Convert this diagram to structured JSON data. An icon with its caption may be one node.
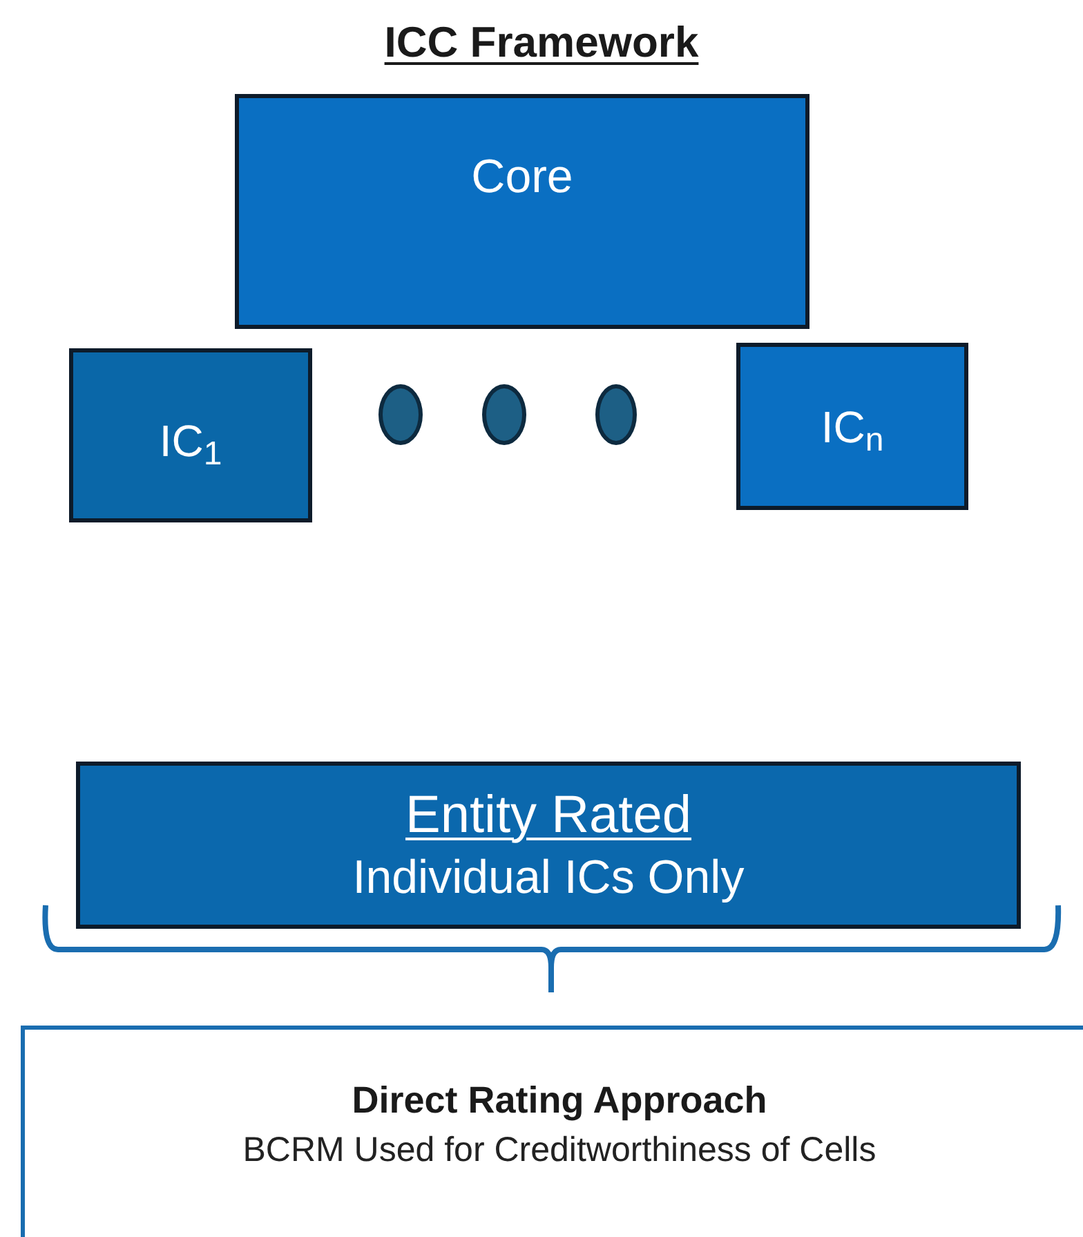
{
  "diagram": {
    "title": "ICC Framework",
    "nodes": [
      {
        "text": [
          "Core"
        ]
      },
      {
        "text": [
          "IC$_{1}$"
        ]
      },
      {
        "text": [],
        "shape": "circle"
      },
      {
        "text": [],
        "shape": "circle"
      },
      {
        "text": [],
        "shape": "circle"
      },
      {
        "text": [
          "IC$_{n}$"
        ]
      },
      {
        "text": [
          "Entity Rated",
          "Individual ICs Only"
        ]
      },
      {
        "text": [
          "Direct Rating Approach",
          "BCRM Used for Creditworthiness of Cells"
        ]
      }
    ]
  }
}
